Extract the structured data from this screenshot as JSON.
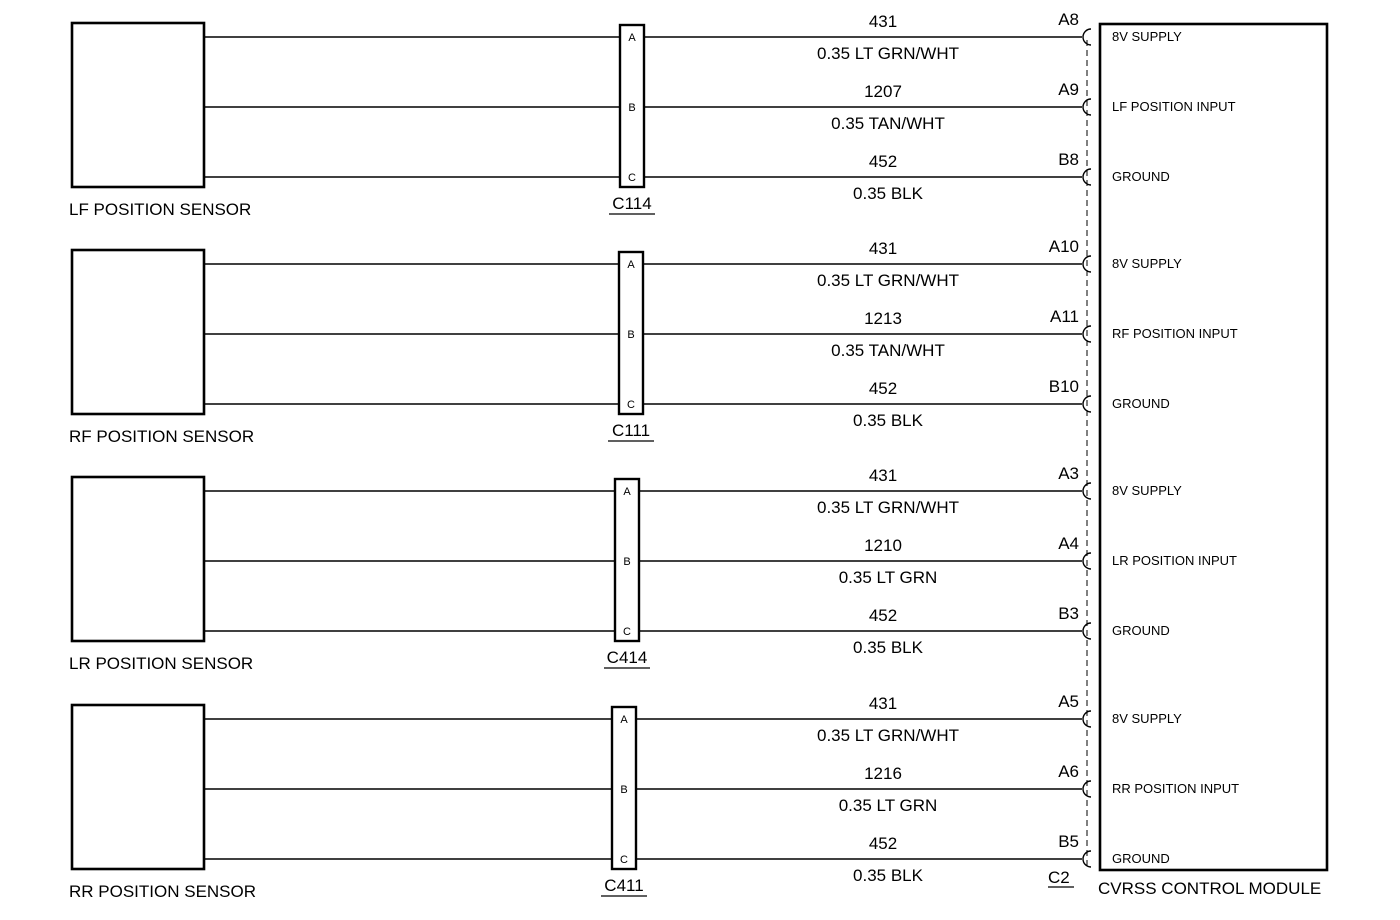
{
  "module": {
    "label": "CVRSS CONTROL MODULE",
    "connector": "C2"
  },
  "sensors": [
    {
      "label": "LF POSITION SENSOR",
      "connector": "C114",
      "circuits": [
        {
          "pin": "A",
          "number": "431",
          "wire": "0.35 LT GRN/WHT",
          "module_pin": "A8",
          "module_label": "8V SUPPLY"
        },
        {
          "pin": "B",
          "number": "1207",
          "wire": "0.35 TAN/WHT",
          "module_pin": "A9",
          "module_label": "LF POSITION INPUT"
        },
        {
          "pin": "C",
          "number": "452",
          "wire": "0.35 BLK",
          "module_pin": "B8",
          "module_label": "GROUND"
        }
      ]
    },
    {
      "label": "RF POSITION SENSOR",
      "connector": "C111",
      "circuits": [
        {
          "pin": "A",
          "number": "431",
          "wire": "0.35 LT GRN/WHT",
          "module_pin": "A10",
          "module_label": "8V SUPPLY"
        },
        {
          "pin": "B",
          "number": "1213",
          "wire": "0.35 TAN/WHT",
          "module_pin": "A11",
          "module_label": "RF POSITION INPUT"
        },
        {
          "pin": "C",
          "number": "452",
          "wire": "0.35 BLK",
          "module_pin": "B10",
          "module_label": "GROUND"
        }
      ]
    },
    {
      "label": "LR POSITION SENSOR",
      "connector": "C414",
      "circuits": [
        {
          "pin": "A",
          "number": "431",
          "wire": "0.35 LT GRN/WHT",
          "module_pin": "A3",
          "module_label": "8V SUPPLY"
        },
        {
          "pin": "B",
          "number": "1210",
          "wire": "0.35 LT GRN",
          "module_pin": "A4",
          "module_label": "LR POSITION INPUT"
        },
        {
          "pin": "C",
          "number": "452",
          "wire": "0.35 BLK",
          "module_pin": "B3",
          "module_label": "GROUND"
        }
      ]
    },
    {
      "label": "RR POSITION SENSOR",
      "connector": "C411",
      "circuits": [
        {
          "pin": "A",
          "number": "431",
          "wire": "0.35 LT GRN/WHT",
          "module_pin": "A5",
          "module_label": "8V SUPPLY"
        },
        {
          "pin": "B",
          "number": "1216",
          "wire": "0.35 LT GRN",
          "module_pin": "A6",
          "module_label": "RR POSITION INPUT"
        },
        {
          "pin": "C",
          "number": "452",
          "wire": "0.35 BLK",
          "module_pin": "B5",
          "module_label": "GROUND"
        }
      ]
    }
  ]
}
